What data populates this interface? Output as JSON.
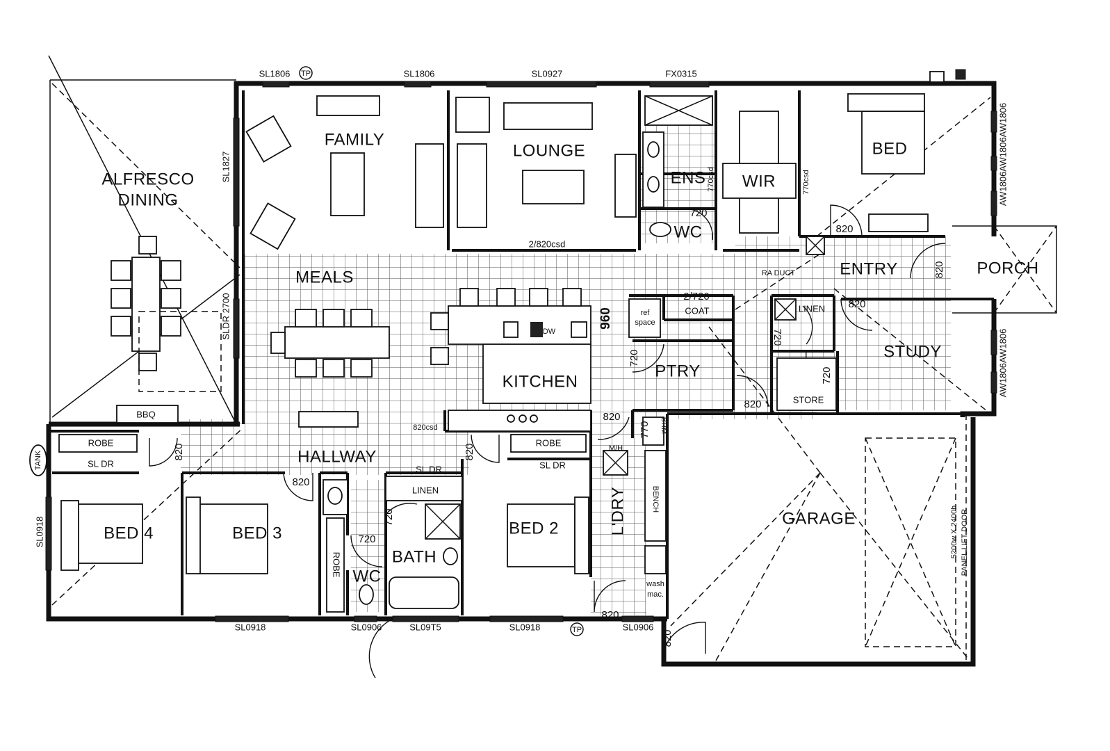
{
  "rooms": {
    "alfresco_line1": "ALFRESCO",
    "alfresco_line2": "DINING",
    "family": "FAMILY",
    "lounge": "LOUNGE",
    "ens": "ENS",
    "wc_ens": "WC",
    "wir": "WIR",
    "bed_master": "BED",
    "meals": "MEALS",
    "entry": "ENTRY",
    "porch": "PORCH",
    "kitchen": "KITCHEN",
    "coat": "COAT",
    "ptry": "PTRY",
    "linen_entry": "LINEN",
    "study": "STUDY",
    "store": "STORE",
    "bbq": "BBQ",
    "hallway": "HALLWAY",
    "bed4": "BED 4",
    "bed3": "BED 3",
    "bed2": "BED 2",
    "bath": "BATH",
    "wc_hall": "WC",
    "ldry": "L'DRY",
    "garage": "GARAGE",
    "robe_bed4": "ROBE",
    "robe_bed2": "ROBE",
    "robe_bed3": "ROBE",
    "linen_hall": "LINEN",
    "brm": "BRM",
    "bench": "BENCH",
    "wash_line1": "wash",
    "wash_line2": "mac.",
    "ref_line1": "ref",
    "ref_line2": "space",
    "tank": "TANK",
    "mh": "M/H"
  },
  "windows": {
    "top1": "SL1806",
    "top2": "SL1806",
    "top3": "SL0927",
    "top4": "FX0315",
    "tp_top": "TP",
    "tp_bottom": "TP",
    "left_family": "SL1827",
    "left_meals": "SLDR 2700",
    "left_bed4": "SL0918",
    "right_bed": "AW1806AW1806AW1806",
    "right_study": "AW1806AW1806",
    "bottom1": "SL0918",
    "bottom2": "SL0906",
    "bottom3": "SL09T5",
    "bottom4": "SL0918",
    "bottom5": "SL0906"
  },
  "dimensions": {
    "lounge_opening": "2/820csd",
    "ens_770": "770csd",
    "wir_770": "770csd",
    "ens_720": "720",
    "bed_820": "820",
    "porch_820": "820",
    "ra_duct": "RA DUCT",
    "coat_2720": "2/720",
    "kitchen_960": "960",
    "ptry_720": "720",
    "linen_720": "720",
    "study_820": "820",
    "store_720": "720",
    "garage_820": "820",
    "hall_820csd": "820csd",
    "ldry_820_top": "820",
    "ldry_770": "770",
    "bed4_820": "820",
    "bed2_820": "820",
    "bed3_820": "820",
    "bath_720": "720",
    "wc_720": "720",
    "ldry_820_bot": "820",
    "garage_door_820": "820",
    "robe_sldr1": "SL DR",
    "robe_sldr2": "SL DR",
    "robe_sldr3": "SL DR",
    "garage_door": "5200w X 2400h",
    "garage_door2": "PANEL LIFT DOOR",
    "dw": "DW"
  }
}
